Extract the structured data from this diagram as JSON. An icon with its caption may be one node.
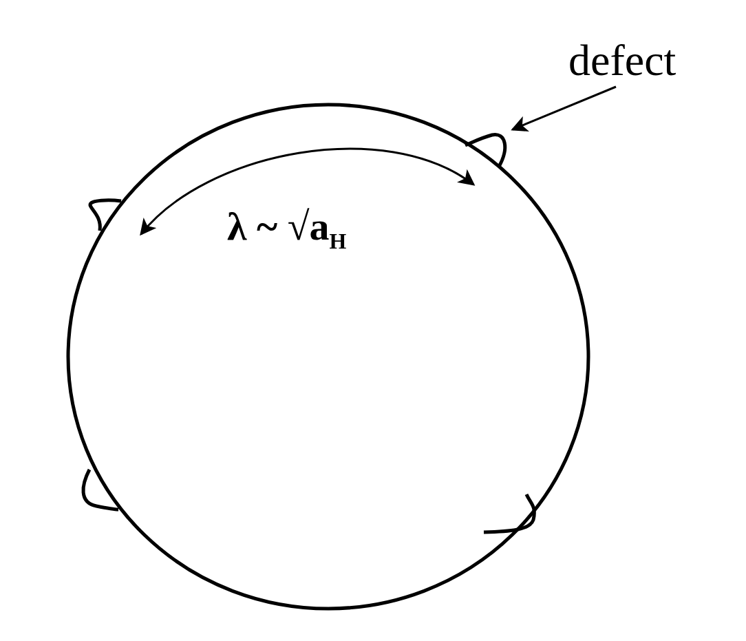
{
  "diagram": {
    "nodes": [
      {
        "text": [
          "defect"
        ]
      },
      {
        "text": [],
        "shape": "bump"
      }
    ],
    "edges": [
      {
        "from": 0,
        "to": 1,
        "arrow": "to"
      }
    ],
    "labels": [
      "λ ~ √a$_{H}$"
    ]
  }
}
